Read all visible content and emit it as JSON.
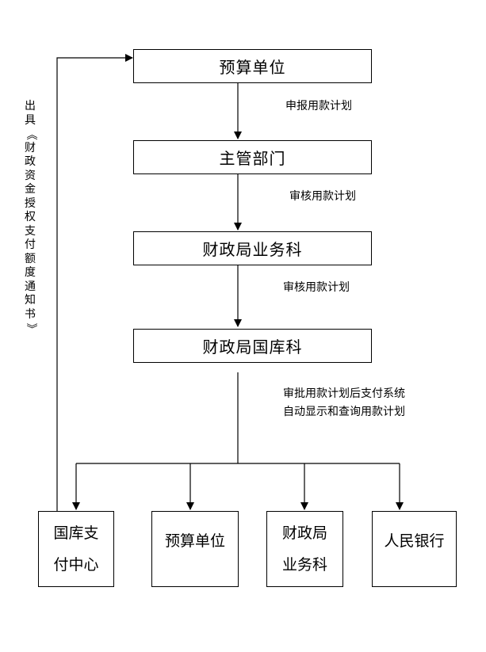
{
  "nodes": {
    "budget_unit": "预算单位",
    "competent_dept": "主管部门",
    "finance_business": "财政局业务科",
    "finance_treasury": "财政局国库科"
  },
  "edges": {
    "report": "申报用款计划",
    "review1": "审核用款计划",
    "review2": "审核用款计划",
    "approve_line1": "审批用款计划后支付系统",
    "approve_line2": "自动显示和查询用款计划"
  },
  "outputs": {
    "treasury_center_line1": "国库支",
    "treasury_center_line2": "付中心",
    "budget_unit": "预算单位",
    "finance_business_line1": "财政局",
    "finance_business_line2": "业务科",
    "peoples_bank": "人民银行"
  },
  "feedback_label": "出具《财政资金授权支付额度通知书》"
}
